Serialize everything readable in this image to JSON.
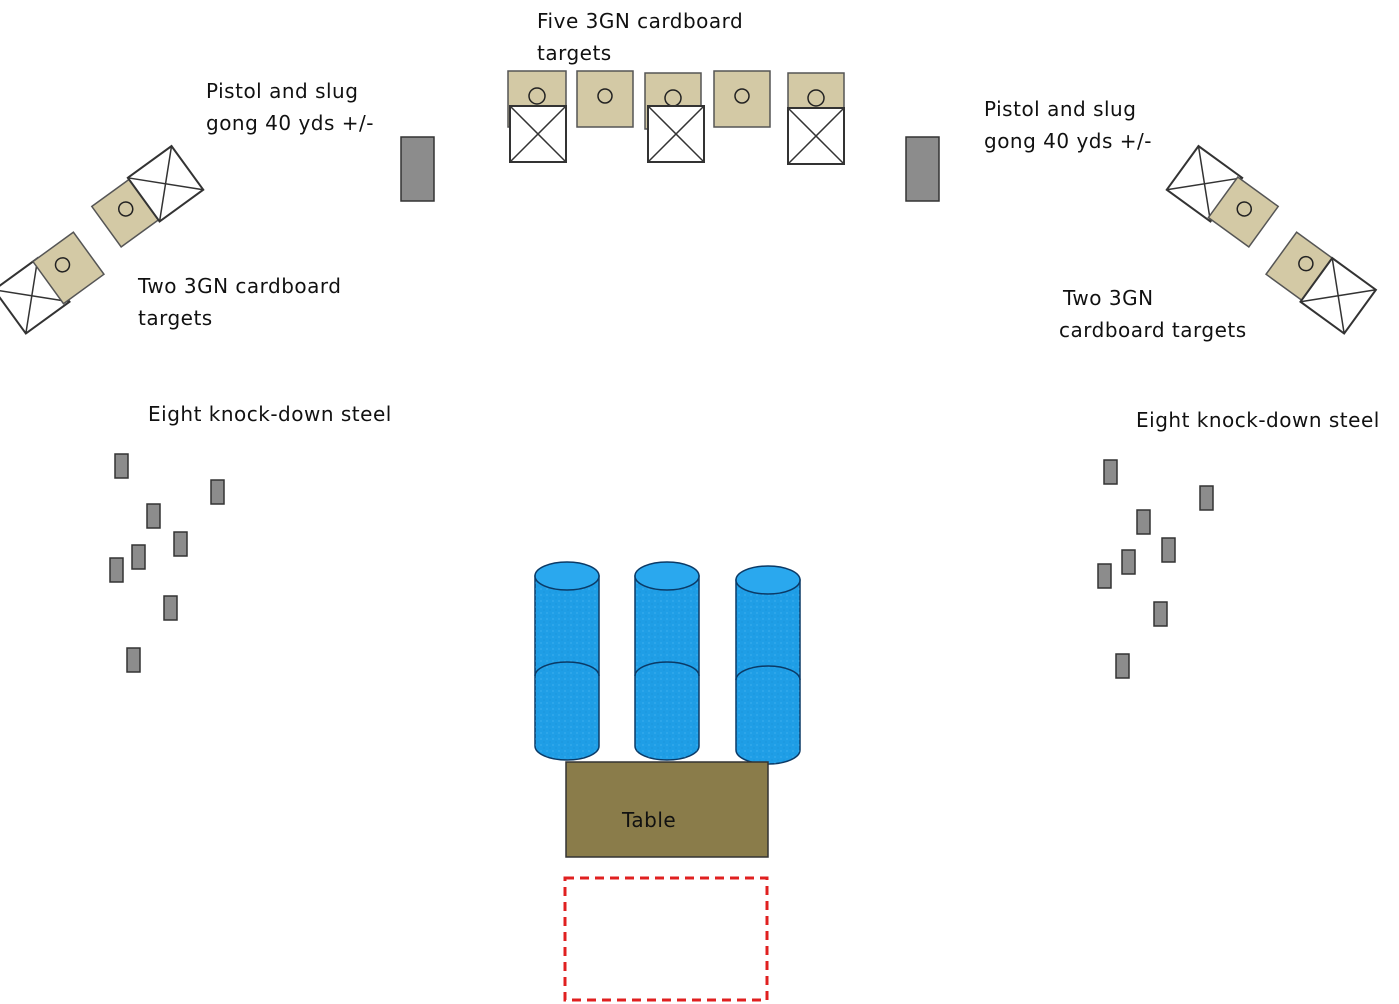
{
  "labels": {
    "top_center": [
      "Five 3GN cardboard",
      "targets"
    ],
    "gong_left": [
      "Pistol and slug",
      "gong 40 yds +/-"
    ],
    "gong_right": [
      "Pistol and slug",
      "gong 40 yds +/-"
    ],
    "targets_left": [
      "Two 3GN cardboard",
      "targets"
    ],
    "targets_right": [
      "Two 3GN",
      "cardboard  targets"
    ],
    "steel_left": "Eight knock-down steel",
    "steel_right": "Eight knock-down steel",
    "table": "Table"
  },
  "colors": {
    "cardboard": "#d3c9a5",
    "steel": "#8c8c8c",
    "barrel": "#1f9ee6",
    "table": "#8a7c4a",
    "start_box": "#e02020"
  }
}
